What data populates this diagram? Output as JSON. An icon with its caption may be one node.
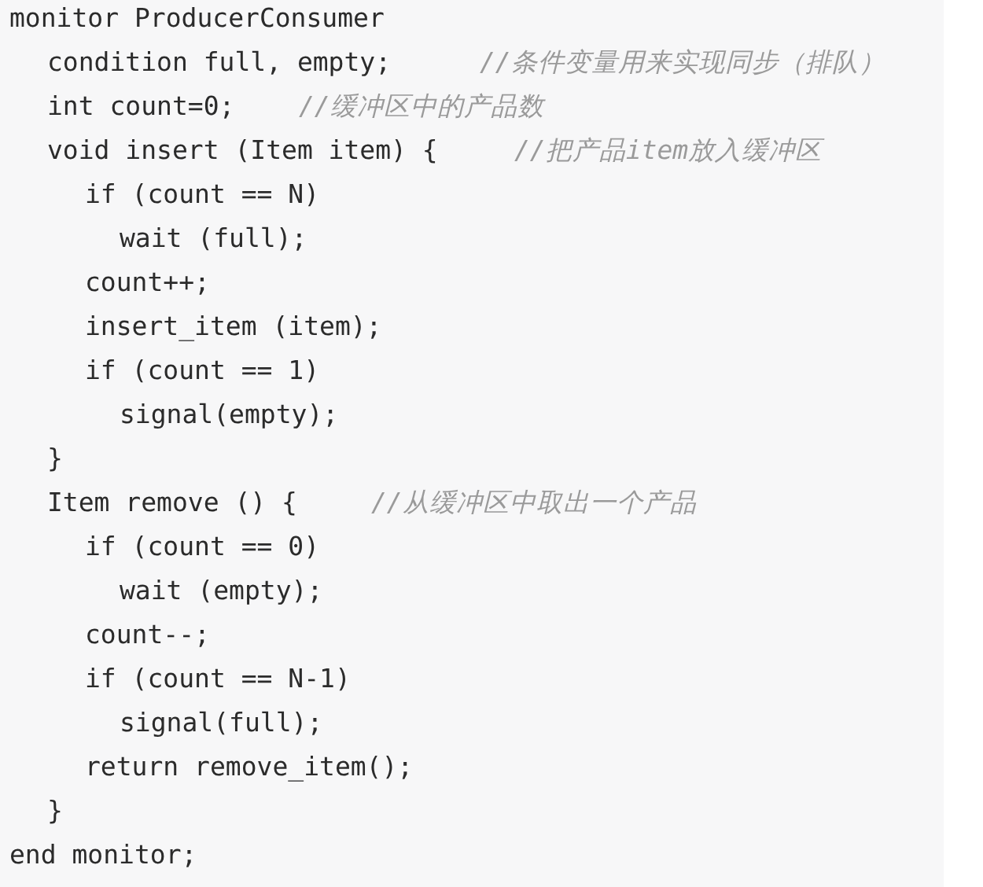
{
  "diagram": {
    "labels": [
      "monitor ProducerConsumer",
      "condition full, empty;",
      "//条件变量用来实现同步（排队）",
      "int count=0;",
      "//缓冲区中的产品数",
      "void insert (Item item) {",
      "//把产品item放入缓冲区",
      "if (count == N)",
      "wait (full);",
      "count++;",
      "insert_item (item);",
      "if (count == 1)",
      "signal(empty);",
      "}",
      "Item remove () {",
      "//从缓冲区中取出一个产品",
      "if (count == 0)",
      "wait (empty);",
      "count--;",
      "if (count == N-1)",
      "signal(full);",
      "return remove_item();",
      "}",
      "end monitor;"
    ]
  }
}
